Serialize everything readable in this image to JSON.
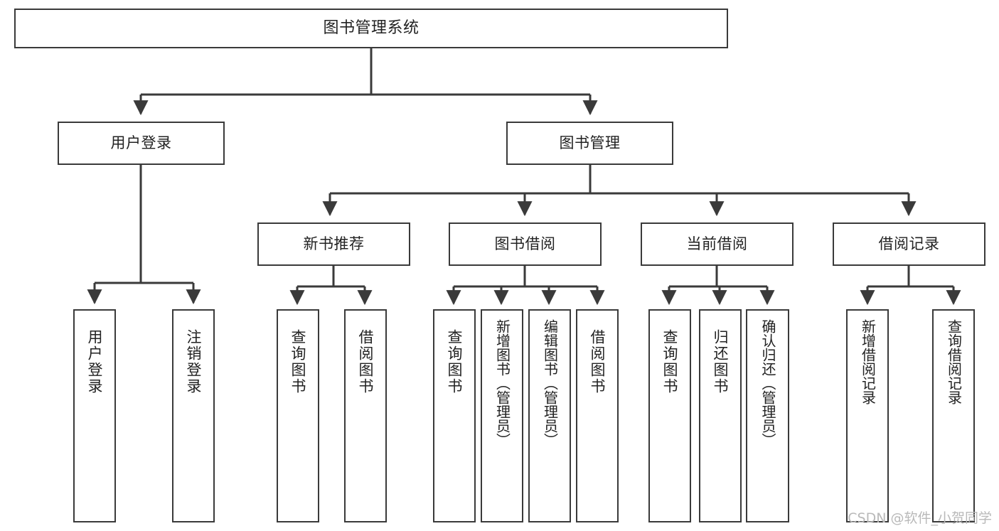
{
  "diagram": {
    "title": "图书管理系统",
    "type": "tree-hierarchy-chart",
    "watermark": "CSDN @软件_小贺同学",
    "root": {
      "id": "root",
      "label": "图书管理系统"
    },
    "level2": [
      {
        "id": "user-login",
        "label": "用户登录"
      },
      {
        "id": "book-manage",
        "label": "图书管理"
      }
    ],
    "level3": [
      {
        "id": "new-book-recommend",
        "label": "新书推荐"
      },
      {
        "id": "book-borrow",
        "label": "图书借阅"
      },
      {
        "id": "current-borrow",
        "label": "当前借阅"
      },
      {
        "id": "borrow-record",
        "label": "借阅记录"
      }
    ],
    "leaves": {
      "user_login": [
        {
          "id": "leaf-user-login",
          "label": "用户登录"
        },
        {
          "id": "leaf-logout-login",
          "label": "注销登录"
        }
      ],
      "new_book_recommend": [
        {
          "id": "leaf-query-book-1",
          "label": "查询图书"
        },
        {
          "id": "leaf-borrow-book-1",
          "label": "借阅图书"
        }
      ],
      "book_borrow": [
        {
          "id": "leaf-query-book-2",
          "label": "查询图书"
        },
        {
          "id": "leaf-add-book",
          "label": "新增图书（管理员）"
        },
        {
          "id": "leaf-edit-book",
          "label": "编辑图书（管理员）"
        },
        {
          "id": "leaf-borrow-book-2",
          "label": "借阅图书"
        }
      ],
      "current_borrow": [
        {
          "id": "leaf-query-book-3",
          "label": "查询图书"
        },
        {
          "id": "leaf-return-book",
          "label": "归还图书"
        },
        {
          "id": "leaf-confirm-return",
          "label": "确认归还（管理员）"
        }
      ],
      "borrow_record": [
        {
          "id": "leaf-add-record",
          "label": "新增借阅记录"
        },
        {
          "id": "leaf-query-record",
          "label": "查询借阅记录"
        }
      ]
    },
    "colors": {
      "stroke": "#3a3a3a",
      "fill": "#ffffff",
      "text": "#222222",
      "watermark": "#b9b9b9"
    }
  }
}
